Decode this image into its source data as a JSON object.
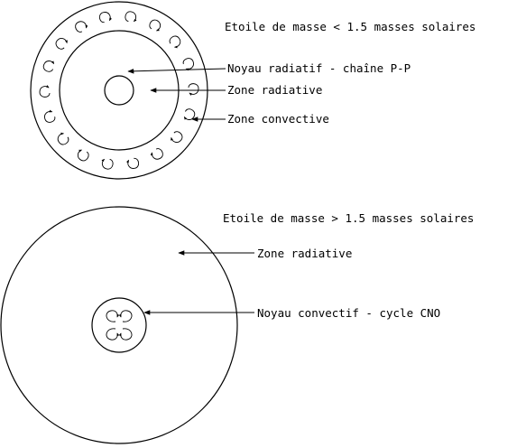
{
  "star_small": {
    "title": "Etoile de masse < 1.5 masses solaires",
    "labels": {
      "core": "Noyau radiatif - chaîne P-P",
      "radiative": "Zone radiative",
      "convective": "Zone convective"
    }
  },
  "star_large": {
    "title": "Etoile de masse > 1.5 masses solaires",
    "labels": {
      "radiative": "Zone radiative",
      "core": "Noyau convectif - cycle CNO"
    }
  }
}
